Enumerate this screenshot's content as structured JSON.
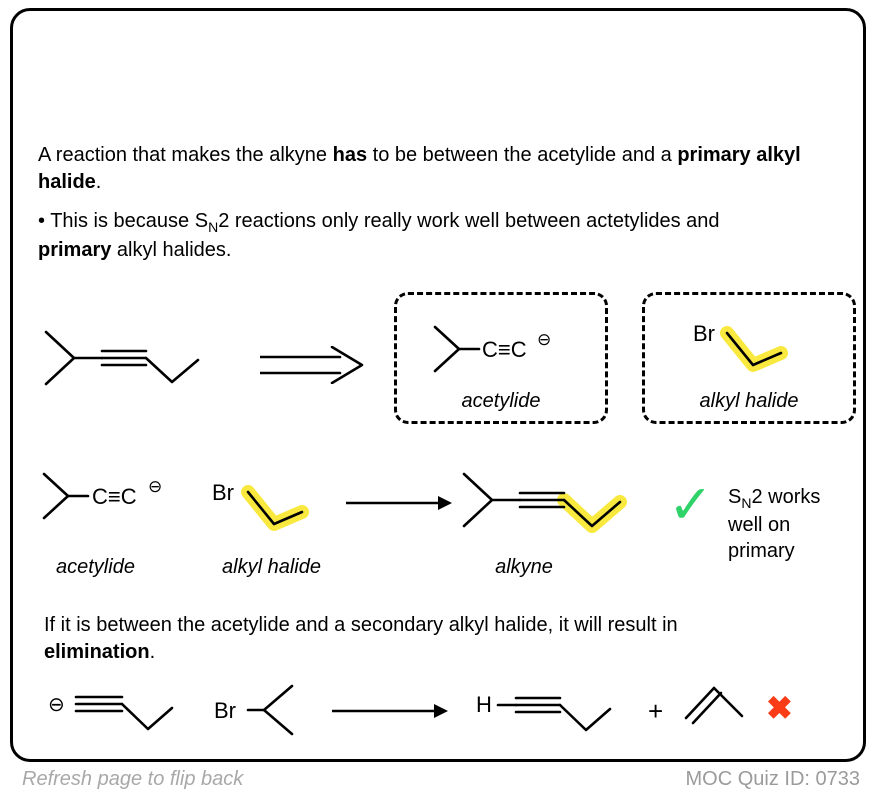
{
  "colors": {
    "br_orange": "#f7941e",
    "highlight_yellow": "#f8e51d",
    "check_green": "#2fd36a",
    "cross_red": "#fb3d17",
    "footer_gray": "#a8a8a8"
  },
  "para1": {
    "t1": "A reaction that makes the alkyne ",
    "b1": "has",
    "t2": " to be between the acetylide and a ",
    "b2": "primary alkyl halide",
    "t3": "."
  },
  "para2": {
    "t1": "• This is because S",
    "sub": "N",
    "t2": "2 reactions only really work well between actetylides and ",
    "b1": "primary",
    "t3": " alkyl halides."
  },
  "para3": {
    "t1": "If it is between the acetylide and a secondary alkyl halide, it will result in ",
    "b1": "elimination",
    "t2": "."
  },
  "retro": {
    "box1_label": "acetylide",
    "box2_label": "alkyl halide"
  },
  "reaction1": {
    "label_acetylide": "acetylide",
    "label_alkyl_halide": "alkyl halide",
    "label_alkyne": "alkyne",
    "check": "✓",
    "note_s": "S",
    "note_sub": "N",
    "note_rest": "2 works well on primary"
  },
  "reaction2": {
    "plus": "+",
    "cross": "✖"
  },
  "atoms": {
    "br": "Br",
    "cc": "C≡C",
    "minus": "⊖",
    "h": "H"
  },
  "footer": {
    "left": "Refresh page to flip back",
    "right": "MOC Quiz ID: 0733"
  }
}
